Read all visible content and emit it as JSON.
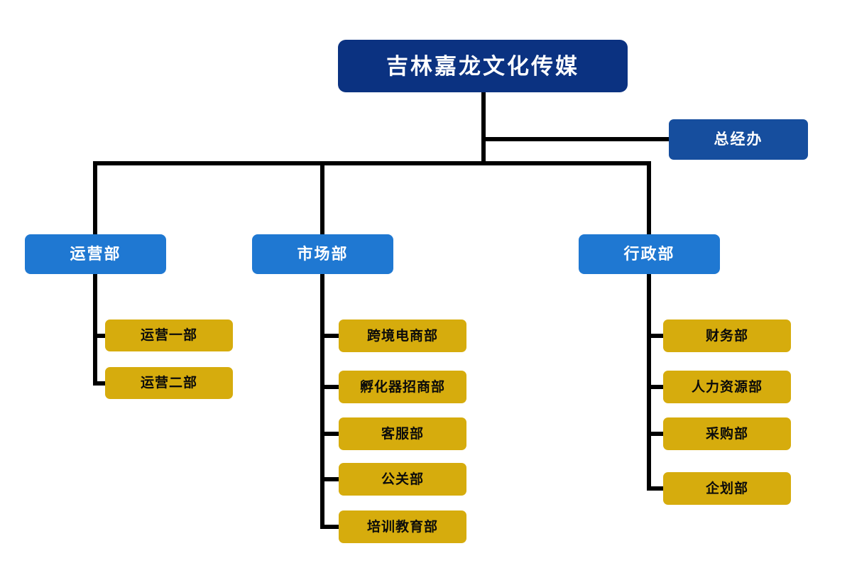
{
  "chart_data": {
    "type": "diagram",
    "diagram_type": "organization-chart",
    "title": "吉林嘉龙文化传媒",
    "orientation": "top-down",
    "colors": {
      "root_fill": "#0b3281",
      "root_text": "#ffffff",
      "staff_fill": "#164e9e",
      "staff_text": "#ffffff",
      "department_fill": "#1f78d2",
      "department_text": "#ffffff",
      "sub_department_fill": "#d6ac0d",
      "sub_department_text": "#0b0b0b",
      "connector": "#000000",
      "background": "#ffffff"
    },
    "nodes": [
      {
        "id": "root",
        "label": "吉林嘉龙文化传媒",
        "level": 0,
        "parent": null
      },
      {
        "id": "gm-office",
        "label": "总经办",
        "level": 1,
        "parent": "root",
        "relation": "staff"
      },
      {
        "id": "ops",
        "label": "运营部",
        "level": 1,
        "parent": "root"
      },
      {
        "id": "mkt",
        "label": "市场部",
        "level": 1,
        "parent": "root"
      },
      {
        "id": "admin",
        "label": "行政部",
        "level": 1,
        "parent": "root"
      },
      {
        "id": "ops-1",
        "label": "运营一部",
        "level": 2,
        "parent": "ops"
      },
      {
        "id": "ops-2",
        "label": "运营二部",
        "level": 2,
        "parent": "ops"
      },
      {
        "id": "mkt-1",
        "label": "跨境电商部",
        "level": 2,
        "parent": "mkt"
      },
      {
        "id": "mkt-2",
        "label": "孵化器招商部",
        "level": 2,
        "parent": "mkt"
      },
      {
        "id": "mkt-3",
        "label": "客服部",
        "level": 2,
        "parent": "mkt"
      },
      {
        "id": "mkt-4",
        "label": "公关部",
        "level": 2,
        "parent": "mkt"
      },
      {
        "id": "mkt-5",
        "label": "培训教育部",
        "level": 2,
        "parent": "mkt"
      },
      {
        "id": "adm-1",
        "label": "财务部",
        "level": 2,
        "parent": "admin"
      },
      {
        "id": "adm-2",
        "label": "人力资源部",
        "level": 2,
        "parent": "admin"
      },
      {
        "id": "adm-3",
        "label": "采购部",
        "level": 2,
        "parent": "admin"
      },
      {
        "id": "adm-4",
        "label": "企划部",
        "level": 2,
        "parent": "admin"
      }
    ],
    "edges": [
      {
        "from": "root",
        "to": "gm-office"
      },
      {
        "from": "root",
        "to": "ops"
      },
      {
        "from": "root",
        "to": "mkt"
      },
      {
        "from": "root",
        "to": "admin"
      },
      {
        "from": "ops",
        "to": "ops-1"
      },
      {
        "from": "ops",
        "to": "ops-2"
      },
      {
        "from": "mkt",
        "to": "mkt-1"
      },
      {
        "from": "mkt",
        "to": "mkt-2"
      },
      {
        "from": "mkt",
        "to": "mkt-3"
      },
      {
        "from": "mkt",
        "to": "mkt-4"
      },
      {
        "from": "mkt",
        "to": "mkt-5"
      },
      {
        "from": "admin",
        "to": "adm-1"
      },
      {
        "from": "admin",
        "to": "adm-2"
      },
      {
        "from": "admin",
        "to": "adm-3"
      },
      {
        "from": "admin",
        "to": "adm-4"
      }
    ]
  },
  "nodes": {
    "root": {
      "label": "吉林嘉龙文化传媒"
    },
    "gm_office": {
      "label": "总经办"
    },
    "ops": {
      "label": "运营部"
    },
    "mkt": {
      "label": "市场部"
    },
    "admin": {
      "label": "行政部"
    },
    "ops_children": [
      {
        "label": "运营一部"
      },
      {
        "label": "运营二部"
      }
    ],
    "mkt_children": [
      {
        "label": "跨境电商部"
      },
      {
        "label": "孵化器招商部"
      },
      {
        "label": "客服部"
      },
      {
        "label": "公关部"
      },
      {
        "label": "培训教育部"
      }
    ],
    "admin_children": [
      {
        "label": "财务部"
      },
      {
        "label": "人力资源部"
      },
      {
        "label": "采购部"
      },
      {
        "label": "企划部"
      }
    ]
  }
}
